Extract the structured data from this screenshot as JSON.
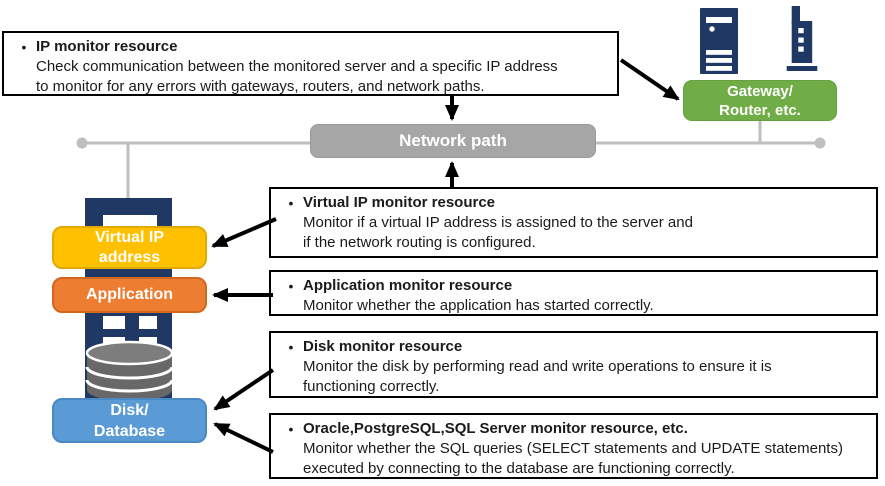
{
  "colors": {
    "navy": "#1F3864",
    "green": "#70AD47",
    "gray_node": "#A6A6A6",
    "yellow": "#FFC000",
    "orange": "#ED7D31",
    "blue": "#5B9BD5",
    "connector_gray": "#BFBFBF",
    "arrow_black": "#000000",
    "cylinder_gray": "#686868"
  },
  "callouts": {
    "ip": {
      "bullet": "•",
      "title": "IP monitor resource",
      "lines": [
        "Check communication between the monitored server and a specific IP address",
        "to monitor for any errors with gateways, routers, and network paths."
      ]
    },
    "vip": {
      "bullet": "•",
      "title": "Virtual IP monitor resource",
      "lines": [
        "Monitor if a virtual IP address is assigned to the server and",
        "if the network routing is configured."
      ]
    },
    "app": {
      "bullet": "•",
      "title": "Application monitor resource",
      "lines": [
        "Monitor whether the application has started correctly."
      ]
    },
    "disk": {
      "bullet": "•",
      "title": "Disk monitor resource",
      "lines": [
        "Monitor the disk by performing read and write operations to ensure it is",
        "functioning correctly."
      ]
    },
    "sql": {
      "bullet": "•",
      "title": "Oracle,PostgreSQL,SQL Server monitor resource, etc.",
      "lines": [
        "Monitor whether the SQL queries (SELECT statements and UPDATE statements)",
        "executed by connecting to the database are functioning correctly."
      ]
    }
  },
  "nodes": {
    "network_path": {
      "label": "Network path"
    },
    "gateway": {
      "lines": [
        "Gateway/",
        "Router, etc."
      ]
    },
    "virtual_ip": {
      "lines": [
        "Virtual IP",
        "address"
      ]
    },
    "application": {
      "label": "Application"
    },
    "disk_db": {
      "lines": [
        "Disk/",
        "Database"
      ]
    }
  },
  "icons": {
    "server_tower": "server-tower-icon",
    "router": "router-icon",
    "database_cylinder": "database-cylinder-icon"
  }
}
